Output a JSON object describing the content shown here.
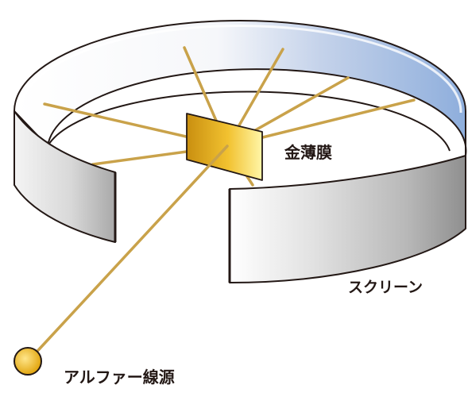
{
  "labels": {
    "foil": "金薄膜",
    "screen": "スクリーン",
    "source": "アルファー線源"
  },
  "colors": {
    "ray": "#c9a24a",
    "foil_light": "#fff6a8",
    "foil_dark": "#c98f10",
    "screen_outer_light": "#f2f2f2",
    "screen_outer_dark": "#8a8a8a",
    "screen_inner_glow": "#8eaedc",
    "source_fill": "#f0c020",
    "outline": "#231815"
  },
  "icons": {
    "source": "alpha-source-icon",
    "foil": "gold-foil-icon"
  }
}
